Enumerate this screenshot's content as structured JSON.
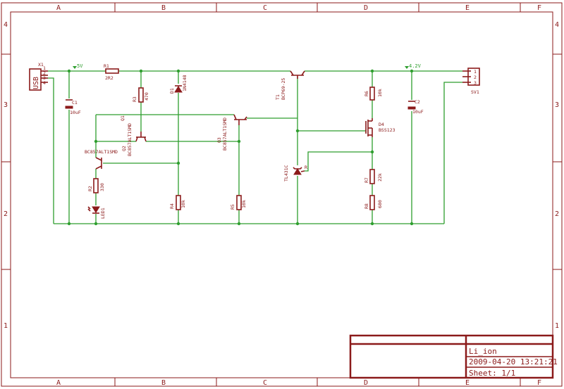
{
  "frame": {
    "col_labels": [
      "A",
      "B",
      "C",
      "D",
      "E",
      "F"
    ],
    "row_labels": [
      "4",
      "3",
      "2",
      "1"
    ]
  },
  "title_block": {
    "title": "Li_ion",
    "datetime": "2009-04-20 13:21:21",
    "sheet": "Sheet: 1/1"
  },
  "supplies": {
    "left": "5V",
    "right": "4.2V"
  },
  "components": {
    "x1": {
      "ref": "X1",
      "label": "USB",
      "pins": [
        "1",
        "2",
        "3",
        "4"
      ]
    },
    "c1": {
      "ref": "C1",
      "value": "10uF"
    },
    "r1": {
      "ref": "R1",
      "value": "2R2"
    },
    "r3": {
      "ref": "R3",
      "value": "470"
    },
    "d1": {
      "ref": "D1",
      "value": "1N4148"
    },
    "q1": {
      "ref": "Q1",
      "value": "BC857ALT1SMD"
    },
    "q2": {
      "ref": "Q2",
      "value": "BC857ALT1SMD"
    },
    "q3": {
      "ref": "Q3",
      "value": "BC857ALT1SMD"
    },
    "r2": {
      "ref": "R2",
      "value": "330"
    },
    "led1": {
      "ref": "LED1"
    },
    "r4": {
      "ref": "R4",
      "value": "10k"
    },
    "r5": {
      "ref": "R5",
      "value": "10k"
    },
    "t1": {
      "ref": "T1",
      "value": "BCP69-25"
    },
    "u1": {
      "ref": "TL431C",
      "pin": "R"
    },
    "r6": {
      "ref": "R6",
      "value": "10k"
    },
    "d4": {
      "ref": "D4",
      "value": "BSS123"
    },
    "r7": {
      "ref": "R7",
      "value": "22k"
    },
    "r8": {
      "ref": "R8",
      "value": "680"
    },
    "c2": {
      "ref": "C2",
      "value": "10uF"
    },
    "sv1": {
      "ref": "SV1",
      "pins": [
        "1",
        "2",
        "3"
      ]
    }
  }
}
